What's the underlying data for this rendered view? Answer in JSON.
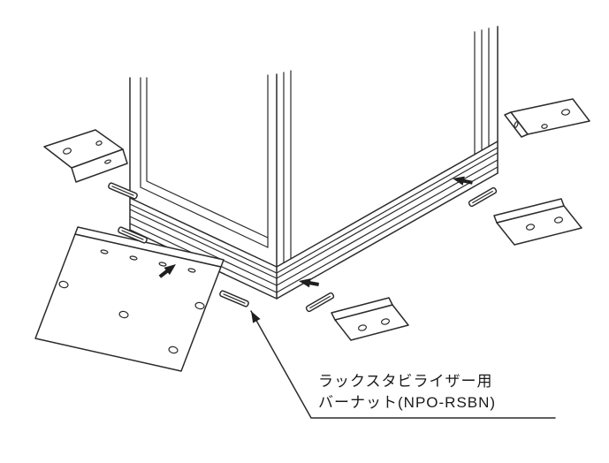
{
  "diagram": {
    "label": {
      "line1": "ラックスタビライザー用",
      "line2": "バーナット(NPO-RSBN)"
    },
    "parts": {
      "rack": "rack-cabinet-bottom-corner",
      "stabilizer_bracket_count": 5,
      "bar_nut_count": 5,
      "insertion_arrow_count": 3
    },
    "colors": {
      "line": "#2b2b2b",
      "background": "#ffffff",
      "arrow_fill": "#1f1f1f"
    }
  }
}
